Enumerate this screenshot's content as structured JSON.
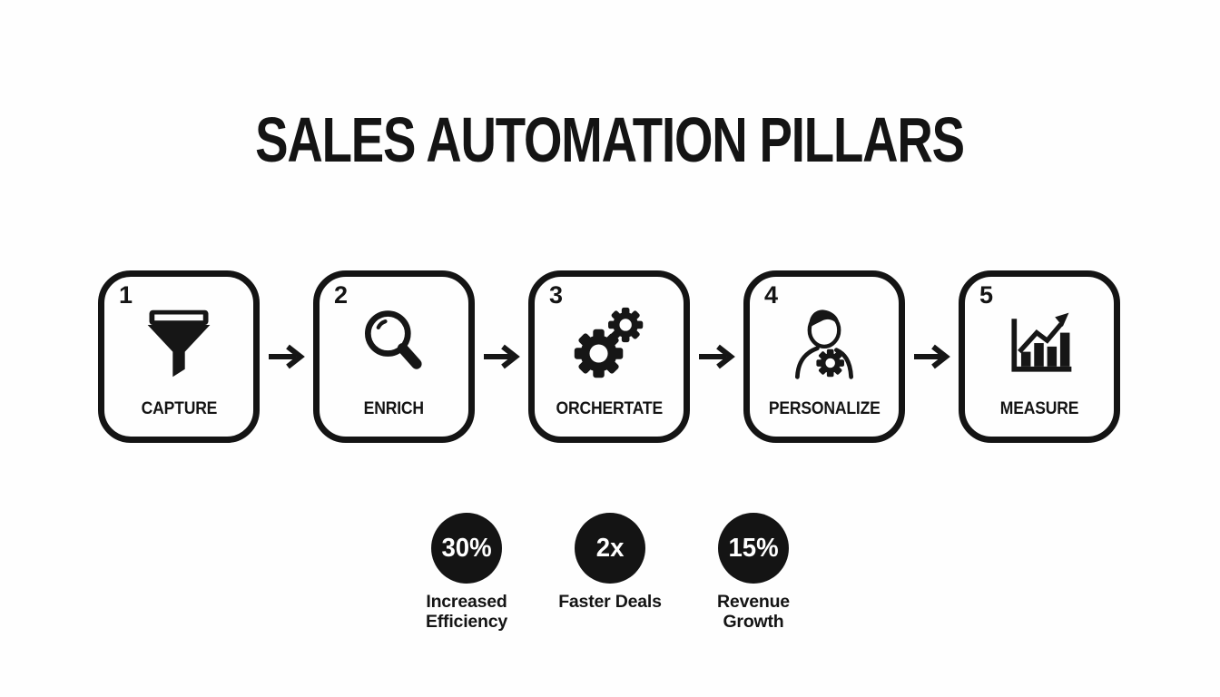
{
  "title": "SALES AUTOMATION PILLARS",
  "steps": [
    {
      "number": "1",
      "label": "CAPTURE",
      "icon": "funnel-icon"
    },
    {
      "number": "2",
      "label": "ENRICH",
      "icon": "magnifier-icon"
    },
    {
      "number": "3",
      "label": "ORCHERTATE",
      "icon": "gears-icon"
    },
    {
      "number": "4",
      "label": "PERSONALIZE",
      "icon": "person-gear-icon"
    },
    {
      "number": "5",
      "label": "MEASURE",
      "icon": "bar-chart-growth-icon"
    }
  ],
  "connector_icon": "arrow-right-icon",
  "stats": [
    {
      "value": "30%",
      "label": "Increased\nEfficiency"
    },
    {
      "value": "2x",
      "label": "Faster Deals"
    },
    {
      "value": "15%",
      "label": "Revenue\nGrowth"
    }
  ],
  "colors": {
    "ink": "#141414",
    "background": "#fefefe",
    "badge_bg": "#141414",
    "badge_text": "#ffffff"
  }
}
